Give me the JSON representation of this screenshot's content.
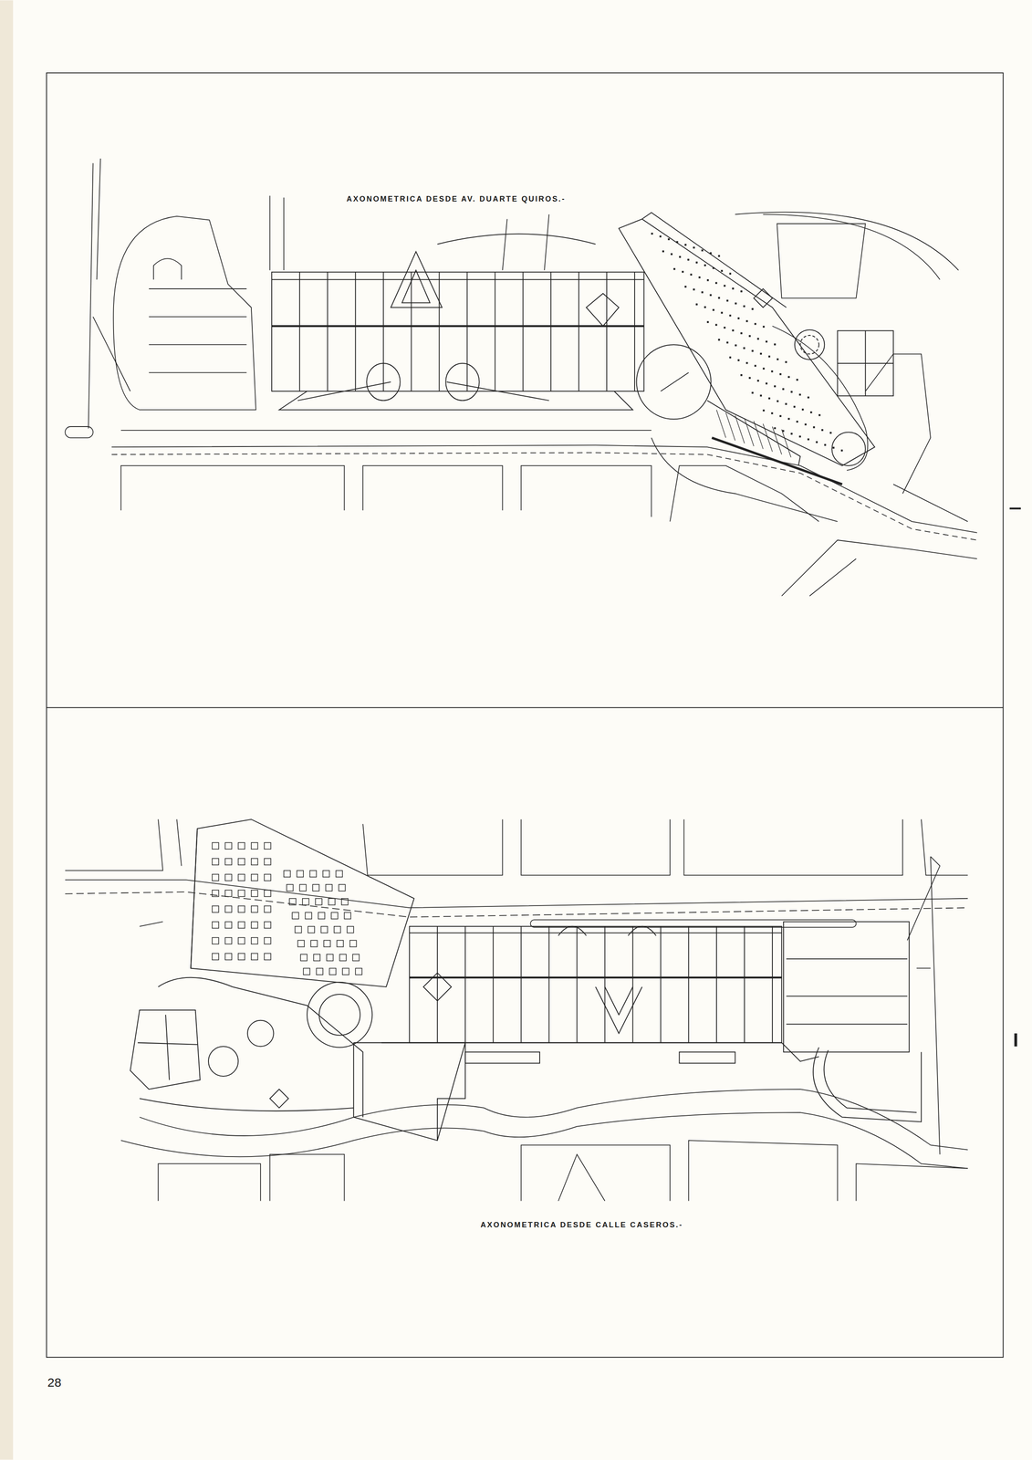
{
  "diagram": {
    "labels": [
      "AXONOMETRICA DESDE AV. DUARTE QUIROS.-",
      "AXONOMETRICA DESDE CALLE CASEROS.-",
      "28"
    ]
  }
}
